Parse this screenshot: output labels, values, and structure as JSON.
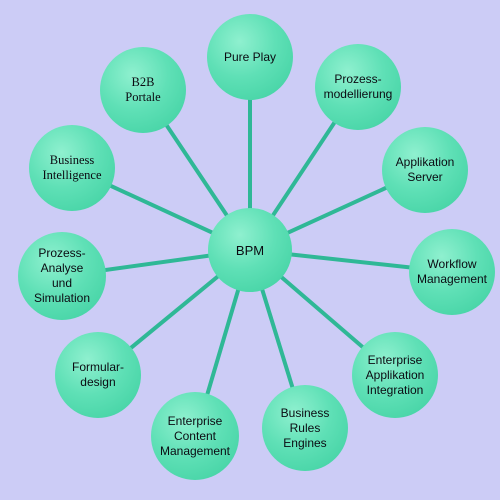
{
  "diagram": {
    "center": {
      "label": "BPM"
    },
    "nodes": [
      {
        "label": "Pure Play"
      },
      {
        "label": "Prozess-\nmodellierung"
      },
      {
        "label": "Applikation\nServer"
      },
      {
        "label": "Workflow\nManagement"
      },
      {
        "label": "Enterprise\nApplikation\nIntegration"
      },
      {
        "label": "Business\nRules\nEngines"
      },
      {
        "label": "Enterprise\nContent\nManagement"
      },
      {
        "label": "Formular-\ndesign"
      },
      {
        "label": "Prozess-\nAnalyse\nund\nSimulation"
      },
      {
        "label": "Business\nIntelligence"
      },
      {
        "label": "B2B\nPortale"
      }
    ],
    "colors": {
      "background": "#ccccf6",
      "node_fill": "#5fe0b6",
      "spoke": "#2fb896"
    }
  }
}
